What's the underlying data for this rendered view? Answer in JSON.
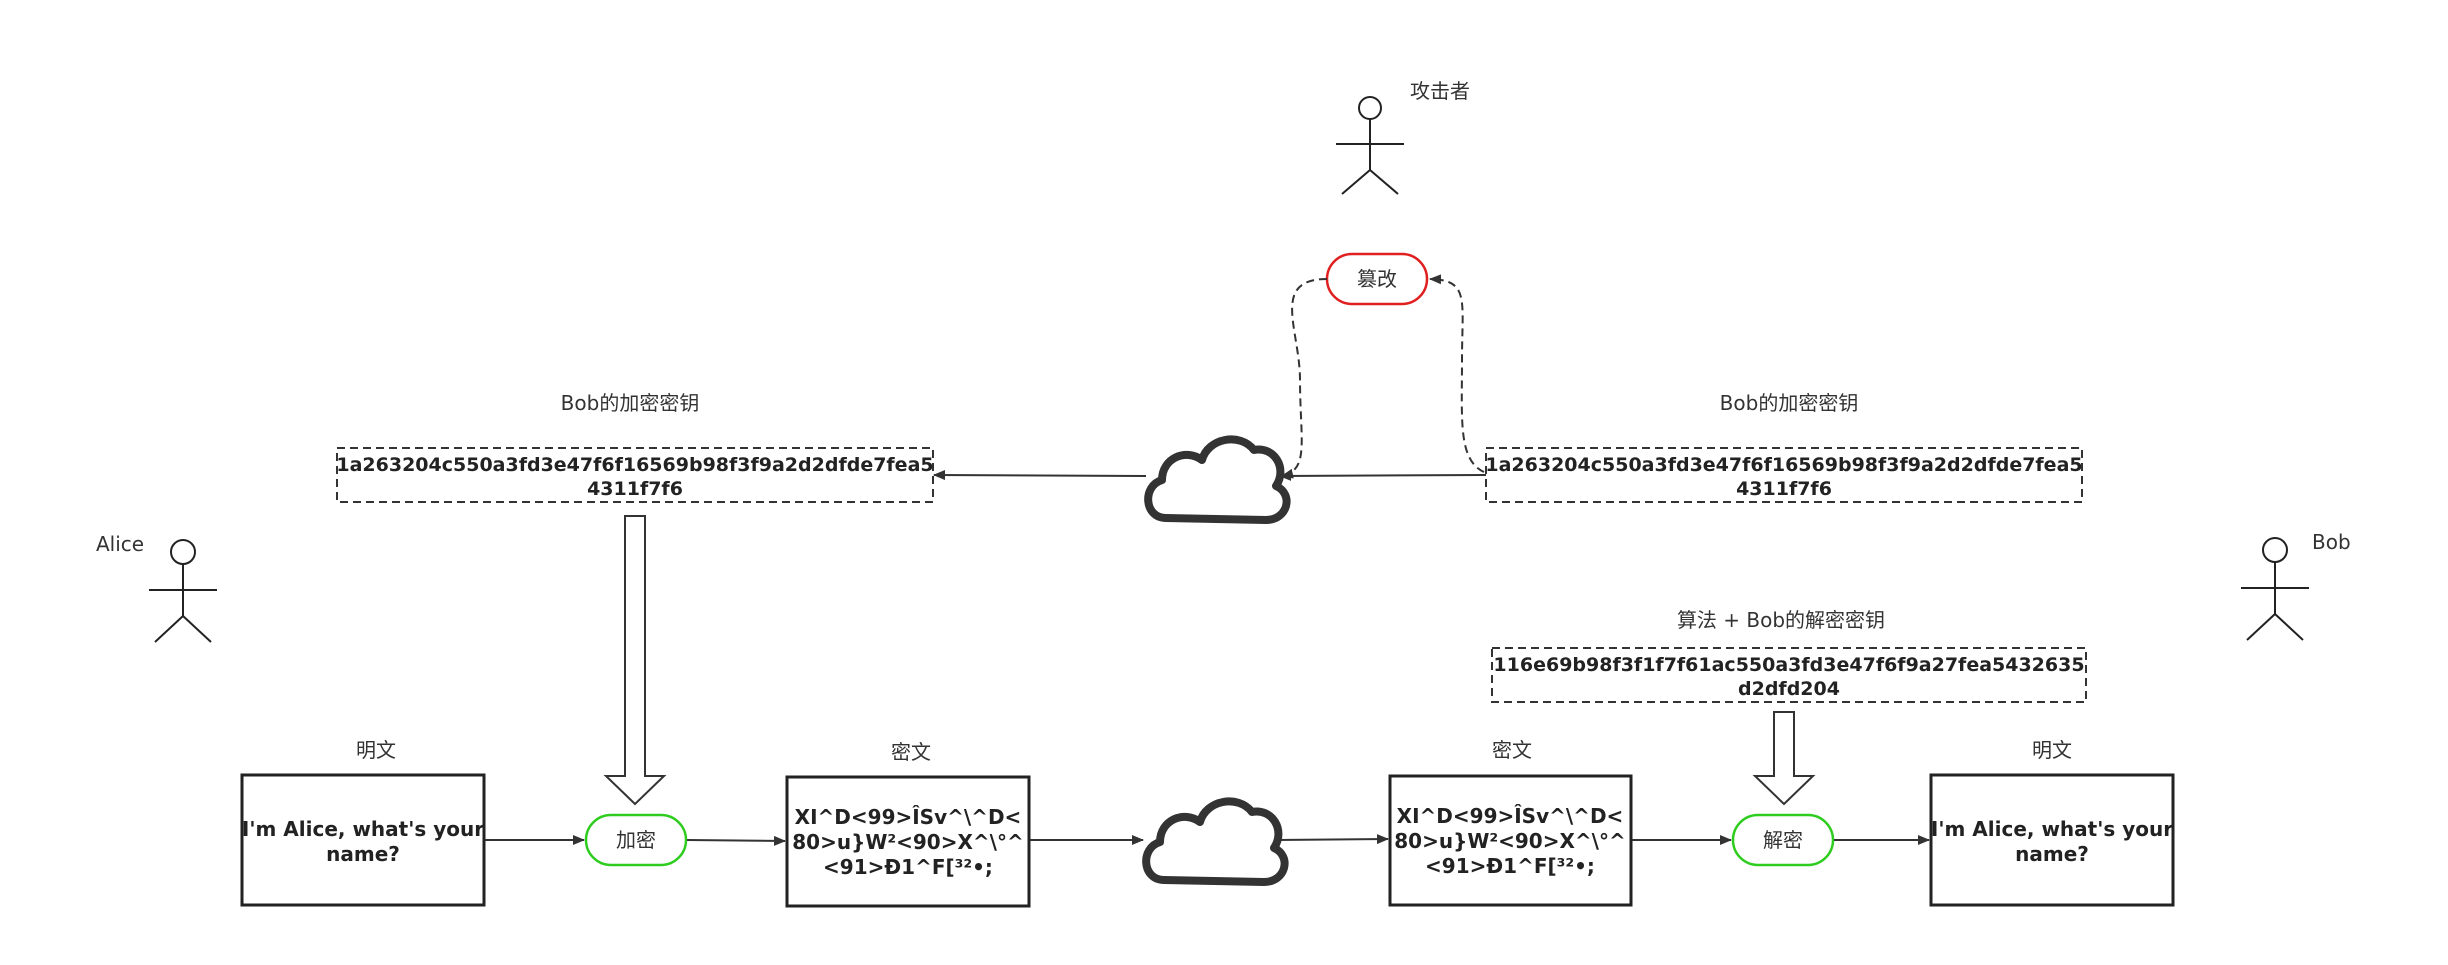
{
  "colors": {
    "line": "#333333",
    "process_green": "#2ecc1f",
    "tamper_red": "#e02020",
    "box_border": "#222222"
  },
  "actors": {
    "alice": "Alice",
    "bob": "Bob",
    "attacker": "攻击者"
  },
  "labels": {
    "plaintext_left": "明文",
    "ciphertext_left": "密文",
    "ciphertext_right": "密文",
    "plaintext_right": "明文",
    "key_left_title": "Bob的加密密钥",
    "key_right_title": "Bob的加密密钥",
    "decrypt_key_title": "算法 + Bob的解密密钥"
  },
  "nodes": {
    "plaintext_left": [
      "I'm Alice, what's your",
      "name?"
    ],
    "ciphertext_left": [
      "XI^D<99>ÎSv^\\^D<",
      "80>u}W²<90>X^\\°^",
      "<91>Ð1^F[³²•;"
    ],
    "ciphertext_right": [
      "XI^D<99>ÎSv^\\^D<",
      "80>u}W²<90>X^\\°^",
      "<91>Ð1^F[³²•;"
    ],
    "plaintext_right": [
      "I'm Alice, what's your",
      "name?"
    ],
    "key_left": [
      "1a263204c550a3fd3e47f6f16569b98f3f9a2d2dfde7fea5",
      "4311f7f6"
    ],
    "key_right": [
      "1a263204c550a3fd3e47f6f16569b98f3f9a2d2dfde7fea5",
      "4311f7f6"
    ],
    "decrypt_key": [
      "116e69b98f3f1f7f61ac550a3fd3e47f6f9a27fea5432635",
      "d2dfd204"
    ]
  },
  "processes": {
    "encrypt": "加密",
    "decrypt": "解密",
    "tamper": "篡改"
  },
  "icons": {
    "cloud_top": "cloud-icon",
    "cloud_bottom": "cloud-icon",
    "person": "person-icon"
  }
}
